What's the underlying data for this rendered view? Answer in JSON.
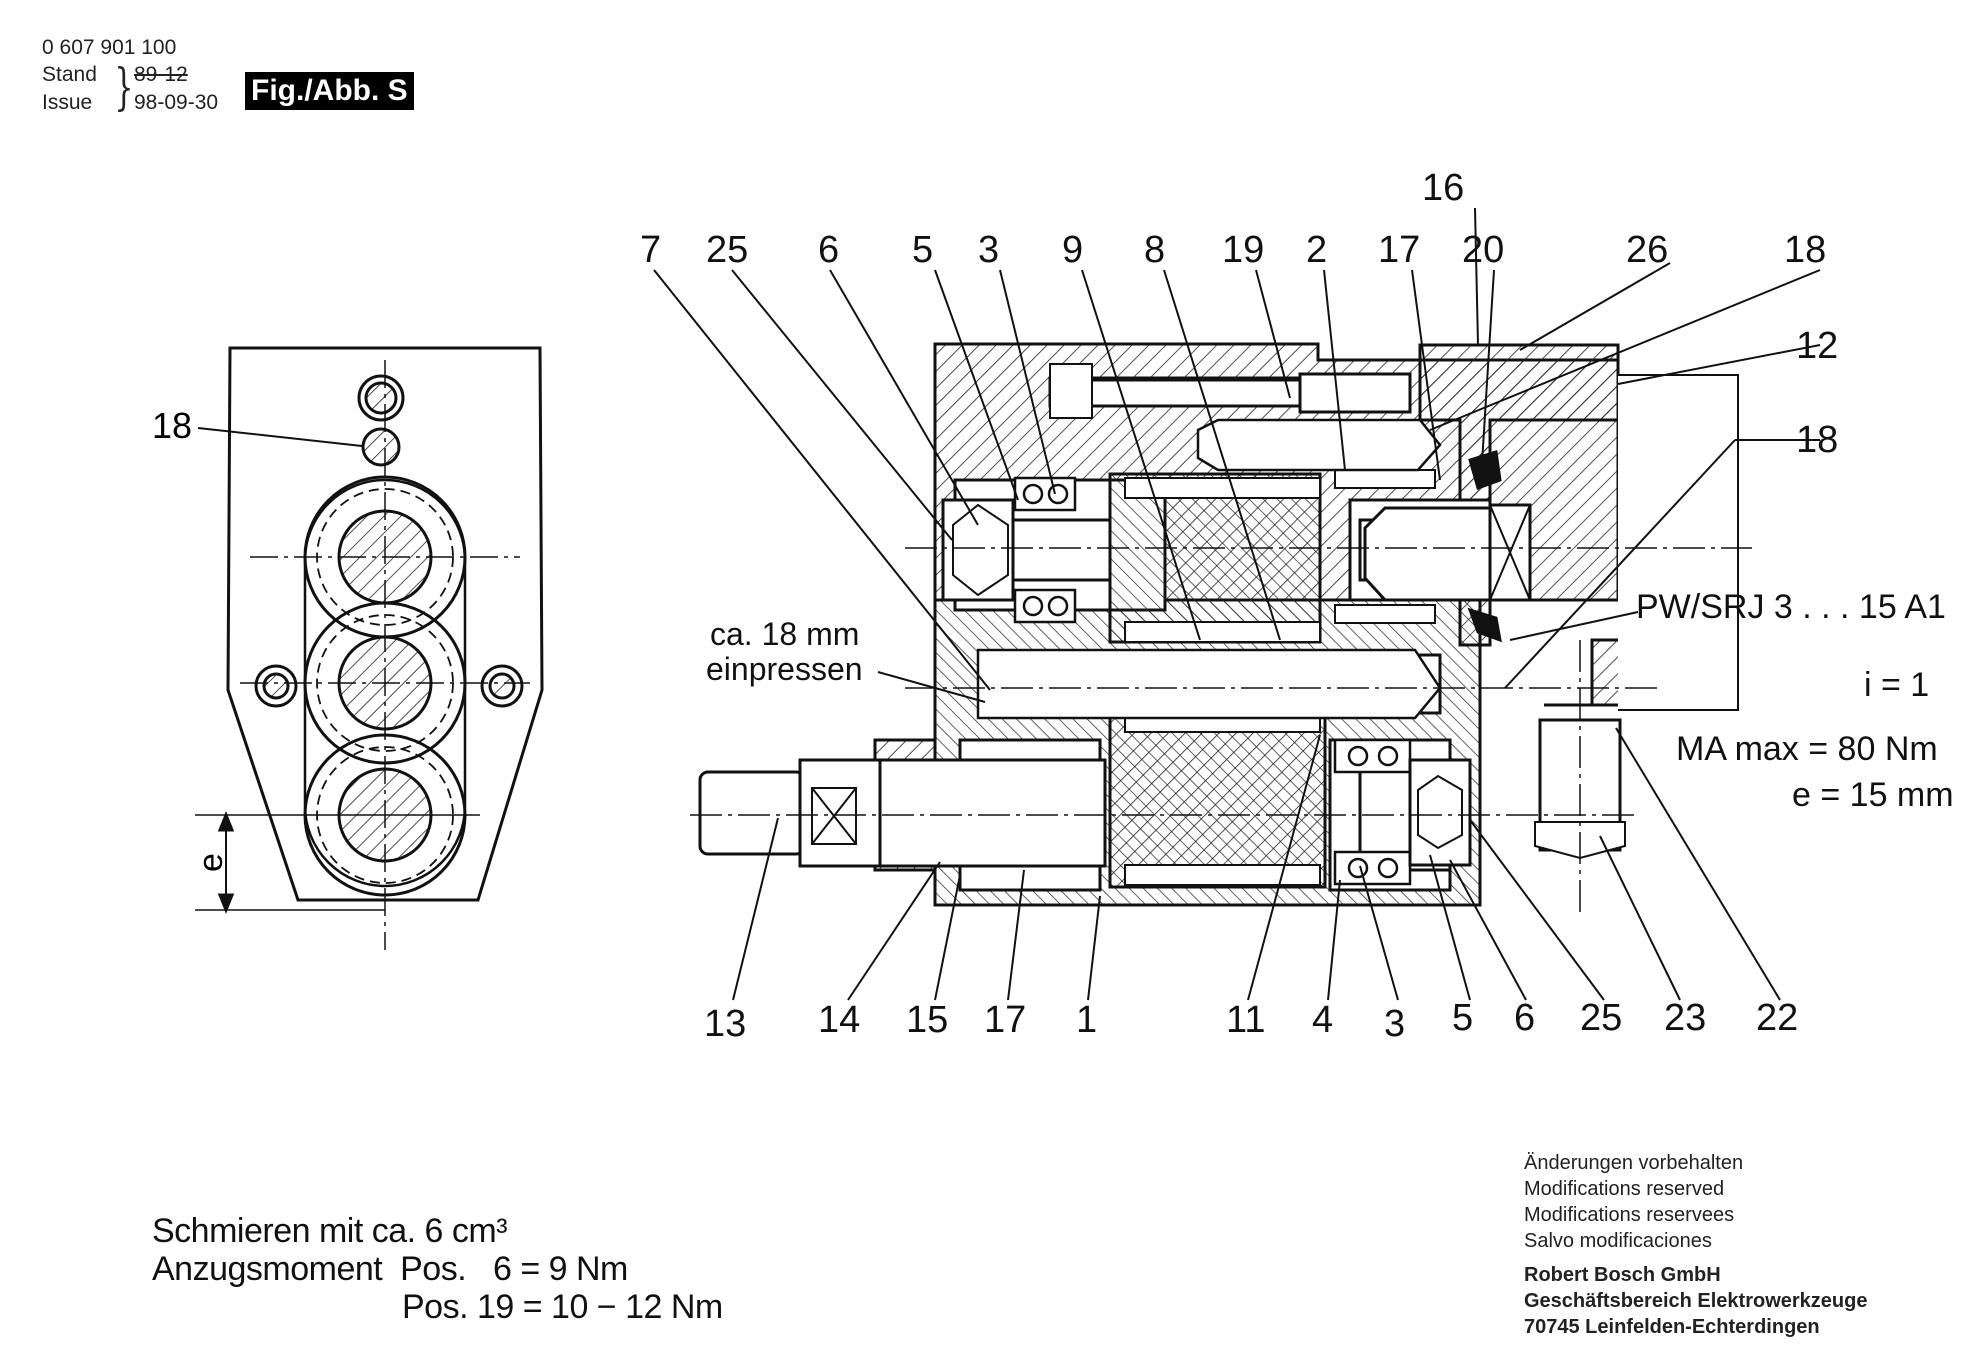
{
  "header": {
    "part_number": "0 607 901 100",
    "stand_label": "Stand",
    "issue_label": "Issue",
    "stand_value_struck": "89-12",
    "issue_value": "98-09-30",
    "figure_badge": "Fig./Abb. S"
  },
  "callouts_top": [
    "7",
    "25",
    "6",
    "5",
    "3",
    "9",
    "8",
    "19",
    "2",
    "17",
    "16",
    "20",
    "26",
    "18"
  ],
  "callouts_right": [
    "12",
    "18"
  ],
  "callouts_bottom": [
    "13",
    "14",
    "15",
    "17",
    "1",
    "11",
    "4",
    "3",
    "5",
    "6",
    "25",
    "23",
    "22"
  ],
  "side_view": {
    "callout": "18",
    "dimension_label": "e"
  },
  "press_note": {
    "line1": "ca. 18 mm",
    "line2": "einpressen"
  },
  "specs": {
    "model": "PW/SRJ 3 . . . 15 A1",
    "ratio": "i = 1",
    "torque": "MA max = 80 Nm",
    "offset": "e = 15 mm"
  },
  "notes": {
    "lubrication": "Schmieren mit ca. 6 cm³",
    "tightening_line1": "Anzugsmoment  Pos.   6 = 9 Nm",
    "tightening_line2": "Pos. 19 = 10 − 12 Nm"
  },
  "footer": {
    "line1": "Änderungen vorbehalten",
    "line2": "Modifications reserved",
    "line3": "Modifications reservees",
    "line4": "Salvo modificaciones",
    "company": "Robert Bosch GmbH",
    "division": "Geschäftsbereich Elektrowerkzeuge",
    "address": "70745 Leinfelden-Echterdingen"
  }
}
